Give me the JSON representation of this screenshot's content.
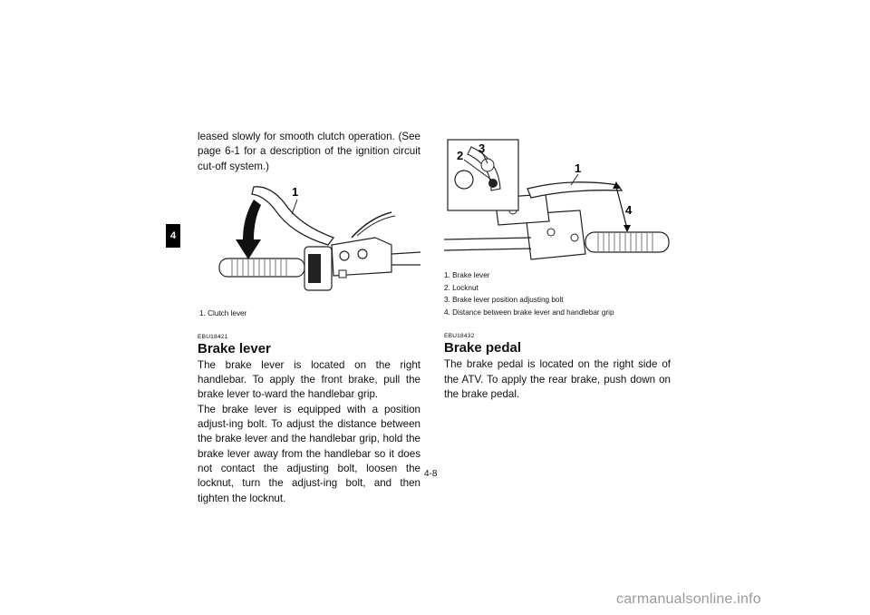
{
  "chapter_tab": "4",
  "page_number": "4-8",
  "watermark": "carmanualsonline.info",
  "left": {
    "intro_text": "leased slowly for smooth clutch operation. (See page 6-1 for a description of the ignition circuit cut-off system.)",
    "figure_callout": "1",
    "figure_caption": "1.  Clutch lever",
    "section_code": "EBU18421",
    "section_title": "Brake lever",
    "paragraphs": [
      "The brake lever is located on the right handlebar. To apply the front brake, pull the brake lever to-ward the handlebar grip.",
      "The brake lever is equipped with a position adjust-ing bolt. To adjust the distance between the brake lever and the handlebar grip, hold the brake lever away from the handlebar so it does not contact the adjusting bolt, loosen the locknut, turn the adjust-ing bolt, and then tighten the locknut."
    ]
  },
  "right": {
    "figure_callouts": [
      "1",
      "2",
      "3",
      "4"
    ],
    "figure_captions": [
      "1.  Brake lever",
      "2.  Locknut",
      "3.  Brake lever position adjusting bolt",
      "4.  Distance between brake lever and handlebar grip"
    ],
    "section_code": "EBU18432",
    "section_title": "Brake pedal",
    "paragraph": "The brake pedal is located on the right side of the ATV. To apply the rear brake, push down on the brake pedal."
  }
}
